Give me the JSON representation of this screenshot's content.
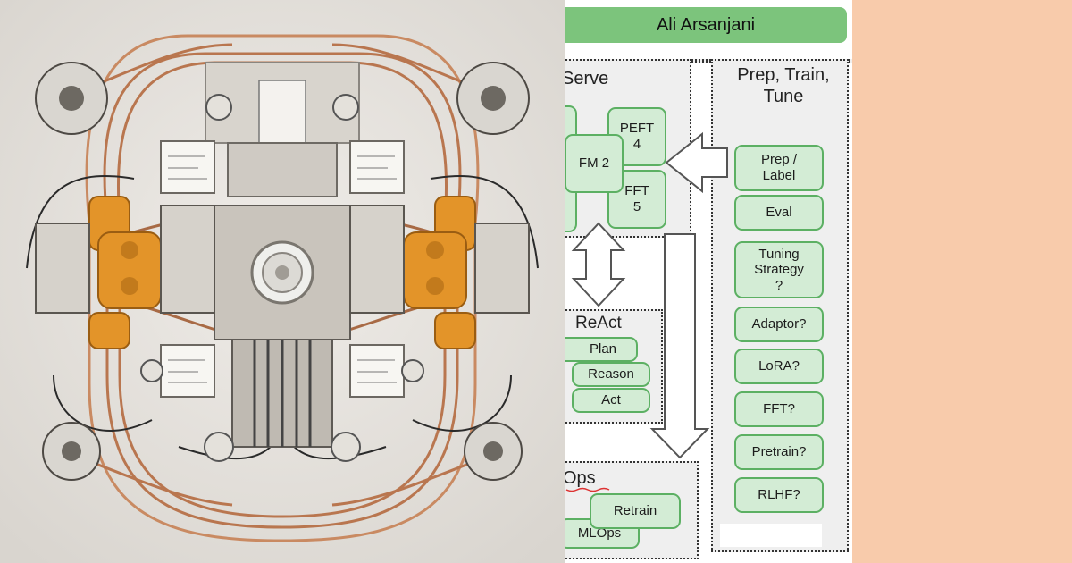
{
  "diagram": {
    "banner": "Ali Arsanjani",
    "serve": {
      "title": "Serve",
      "fm2": "FM 2",
      "peft_a": "PEFT",
      "peft_b": "4",
      "fft_a": "FFT",
      "fft_b": "5"
    },
    "prep": {
      "title_a": "Prep, Train,",
      "title_b": "Tune",
      "items": [
        {
          "a": "Prep /",
          "b": "Label"
        },
        {
          "a": "Eval",
          "b": ""
        },
        {
          "a": "Tuning",
          "b": "Strategy",
          "c": "?"
        },
        {
          "a": "Adaptor?",
          "b": ""
        },
        {
          "a": "LoRA?",
          "b": ""
        },
        {
          "a": "FFT?",
          "b": ""
        },
        {
          "a": "Pretrain?",
          "b": ""
        },
        {
          "a": "RLHF?",
          "b": ""
        }
      ]
    },
    "react": {
      "title": "ReAct",
      "plan": "Plan",
      "reason": "Reason",
      "act": "Act"
    },
    "ops": {
      "title": "Ops",
      "retrain": "Retrain",
      "mlops": "MLOps"
    }
  }
}
